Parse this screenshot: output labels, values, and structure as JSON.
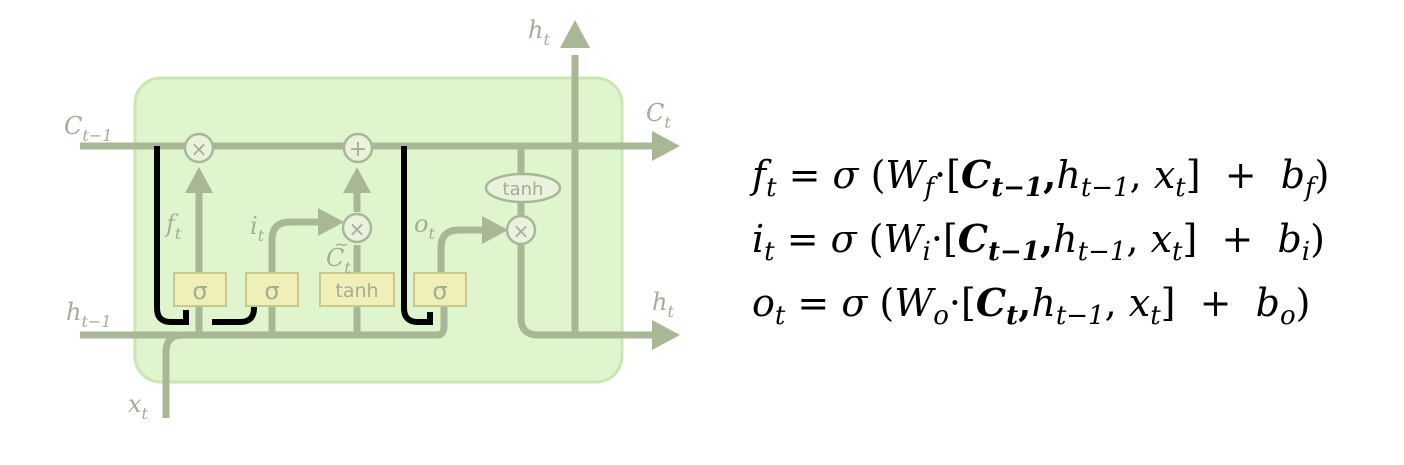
{
  "colors": {
    "cell_fill": "#dff5cd",
    "cell_stroke": "#c9e6b3",
    "line": "#a8b896",
    "line_alpha": "#b7c5a7",
    "gate_fill": "#f0efb8",
    "gate_stroke": "#c9c98e",
    "op_fill": "#e9f2dc",
    "text_faint": "#a3ad97",
    "peephole": "#000000",
    "equation_text": "#000000"
  },
  "diagram": {
    "inputs": {
      "cell_prev": {
        "base": "C",
        "sub": "t−1"
      },
      "hidden_prev": {
        "base": "h",
        "sub": "t−1"
      },
      "x": {
        "base": "x",
        "sub": "t"
      }
    },
    "outputs": {
      "cell": {
        "base": "C",
        "sub": "t"
      },
      "hidden_right": {
        "base": "h",
        "sub": "t"
      },
      "hidden_top": {
        "base": "h",
        "sub": "t"
      }
    },
    "gates": {
      "forget": "σ",
      "input": "σ",
      "candidate": "tanh",
      "output": "σ",
      "cell_tanh": "tanh"
    },
    "ops": {
      "forget_mult": "×",
      "add": "+",
      "input_mult": "×",
      "output_mult": "×"
    },
    "gate_labels": {
      "f": {
        "base": "f",
        "sub": "t"
      },
      "i": {
        "base": "i",
        "sub": "t"
      },
      "c": {
        "base": "C",
        "sub": "t",
        "accent": "~"
      },
      "o": {
        "base": "o",
        "sub": "t"
      }
    }
  },
  "equations": [
    {
      "lhs": {
        "base": "f",
        "sub": "t"
      },
      "W": {
        "base": "W",
        "sub": "f"
      },
      "peep": {
        "base": "C",
        "sub": "t−1",
        "sep": ","
      },
      "h": {
        "base": "h",
        "sub": "t−1"
      },
      "x": {
        "base": "x",
        "sub": "t"
      },
      "b": {
        "base": "b",
        "sub": "f"
      }
    },
    {
      "lhs": {
        "base": "i",
        "sub": "t"
      },
      "W": {
        "base": "W",
        "sub": "i"
      },
      "peep": {
        "base": "C",
        "sub": "t−1",
        "sep": ","
      },
      "h": {
        "base": "h",
        "sub": "t−1"
      },
      "x": {
        "base": "x",
        "sub": "t"
      },
      "b": {
        "base": "b",
        "sub": "i"
      }
    },
    {
      "lhs": {
        "base": "o",
        "sub": "t"
      },
      "W": {
        "base": "W",
        "sub": "o"
      },
      "peep": {
        "base": "C",
        "sub": "t",
        "sep": ","
      },
      "h": {
        "base": "h",
        "sub": "t−1"
      },
      "x": {
        "base": "x",
        "sub": "t"
      },
      "b": {
        "base": "b",
        "sub": "o"
      }
    }
  ],
  "symbols": {
    "equals": "=",
    "sigma": "σ",
    "lparen": "(",
    "rparen": ")",
    "lbracket": "[",
    "rbracket": "]",
    "dot": "·",
    "comma": ",",
    "plus": "+"
  }
}
